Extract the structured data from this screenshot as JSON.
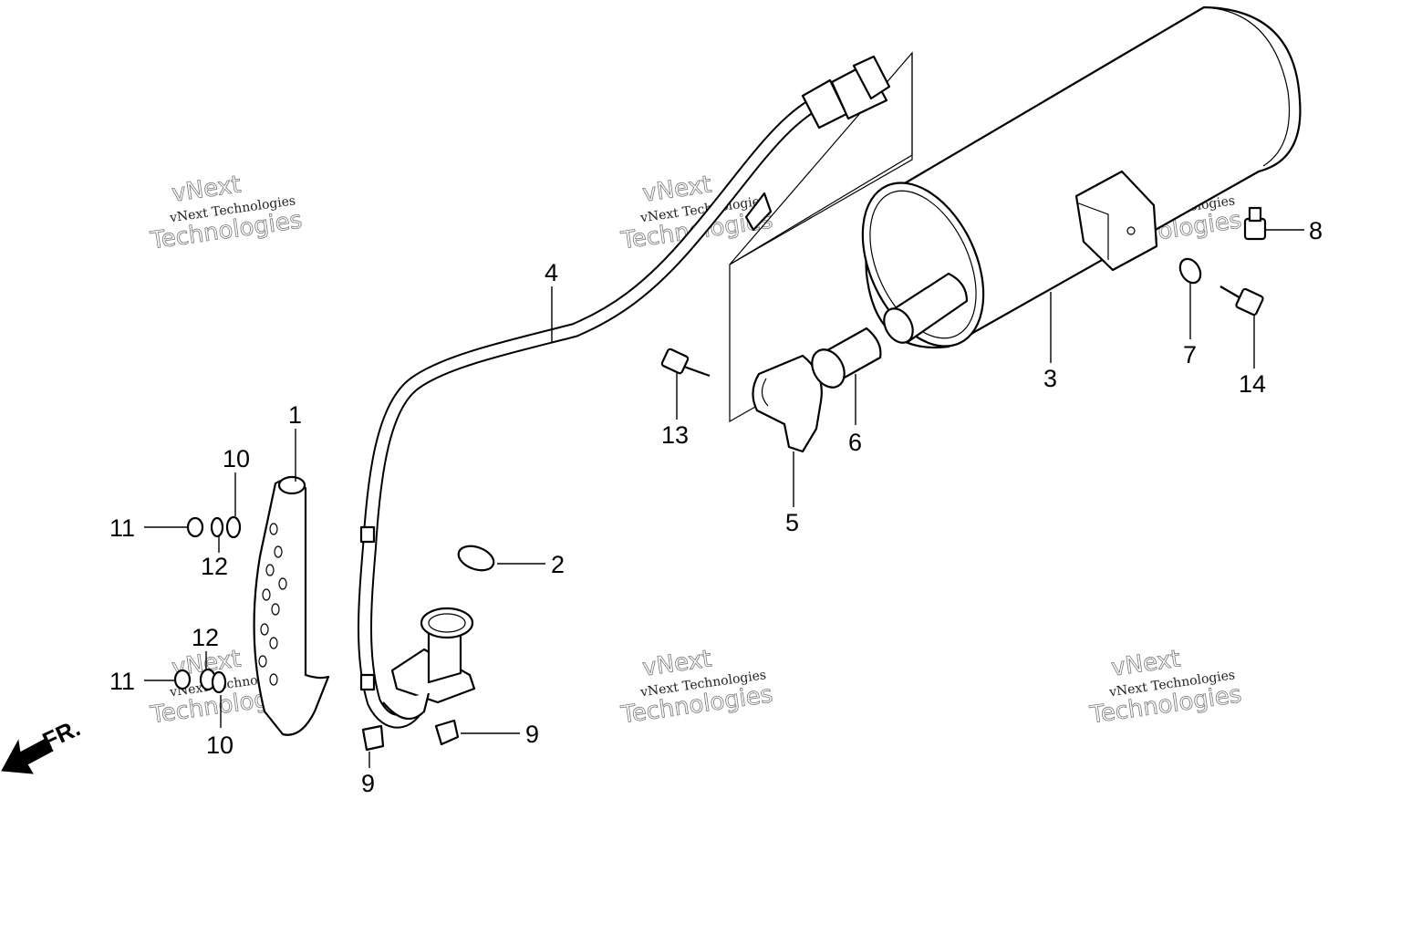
{
  "diagram": {
    "callouts": [
      {
        "id": "c1",
        "label": "1"
      },
      {
        "id": "c2",
        "label": "2"
      },
      {
        "id": "c3",
        "label": "3"
      },
      {
        "id": "c4",
        "label": "4"
      },
      {
        "id": "c5",
        "label": "5"
      },
      {
        "id": "c6",
        "label": "6"
      },
      {
        "id": "c7",
        "label": "7"
      },
      {
        "id": "c8",
        "label": "8"
      },
      {
        "id": "c9a",
        "label": "9"
      },
      {
        "id": "c9b",
        "label": "9"
      },
      {
        "id": "c10a",
        "label": "10"
      },
      {
        "id": "c10b",
        "label": "10"
      },
      {
        "id": "c11a",
        "label": "11"
      },
      {
        "id": "c11b",
        "label": "11"
      },
      {
        "id": "c12a",
        "label": "12"
      },
      {
        "id": "c12b",
        "label": "12"
      },
      {
        "id": "c13",
        "label": "13"
      },
      {
        "id": "c14",
        "label": "14"
      }
    ],
    "direction_label": "FR.",
    "watermark": {
      "line1": "vNext Technologies",
      "line2": "vNext",
      "line3": "Technologies"
    }
  }
}
